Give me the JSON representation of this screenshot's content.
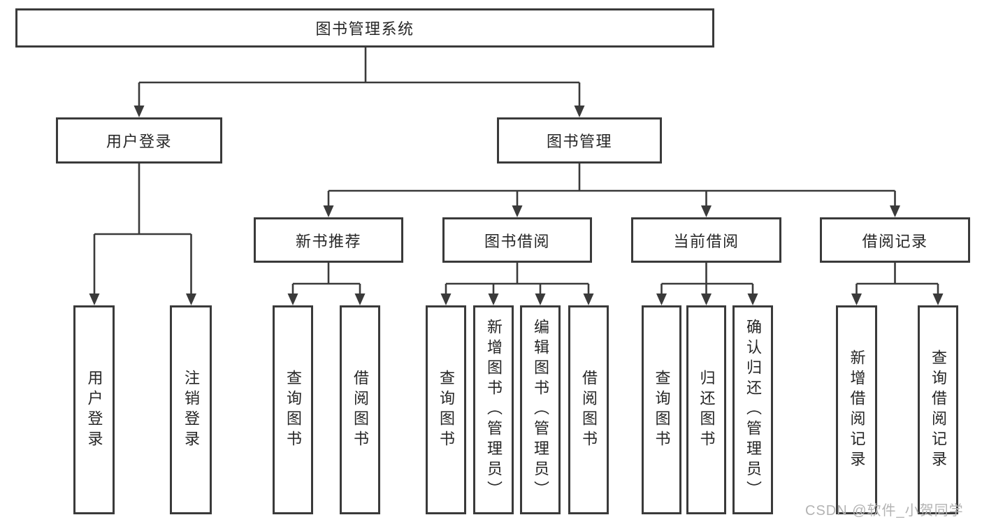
{
  "tree": {
    "root": {
      "label": "图书管理系统"
    },
    "branches": [
      {
        "label": "用户登录",
        "children": [
          {
            "label": "用户登录"
          },
          {
            "label": "注销登录"
          }
        ]
      },
      {
        "label": "图书管理",
        "children": [
          {
            "label": "新书推荐",
            "children": [
              {
                "label": "查询图书"
              },
              {
                "label": "借阅图书"
              }
            ]
          },
          {
            "label": "图书借阅",
            "children": [
              {
                "label": "查询图书"
              },
              {
                "label": "新增图书（管理员）"
              },
              {
                "label": "编辑图书（管理员）"
              },
              {
                "label": "借阅图书"
              }
            ]
          },
          {
            "label": "当前借阅",
            "children": [
              {
                "label": "查询图书"
              },
              {
                "label": "归还图书"
              },
              {
                "label": "确认归还（管理员）"
              }
            ]
          },
          {
            "label": "借阅记录",
            "children": [
              {
                "label": "新增借阅记录"
              },
              {
                "label": "查询借阅记录"
              }
            ]
          }
        ]
      }
    ]
  },
  "colors": {
    "line": "#3a3a3a",
    "text": "#262626",
    "watermark": "#b3b3b3"
  },
  "watermark": {
    "text": "CSDN @软件_小贺同学"
  }
}
